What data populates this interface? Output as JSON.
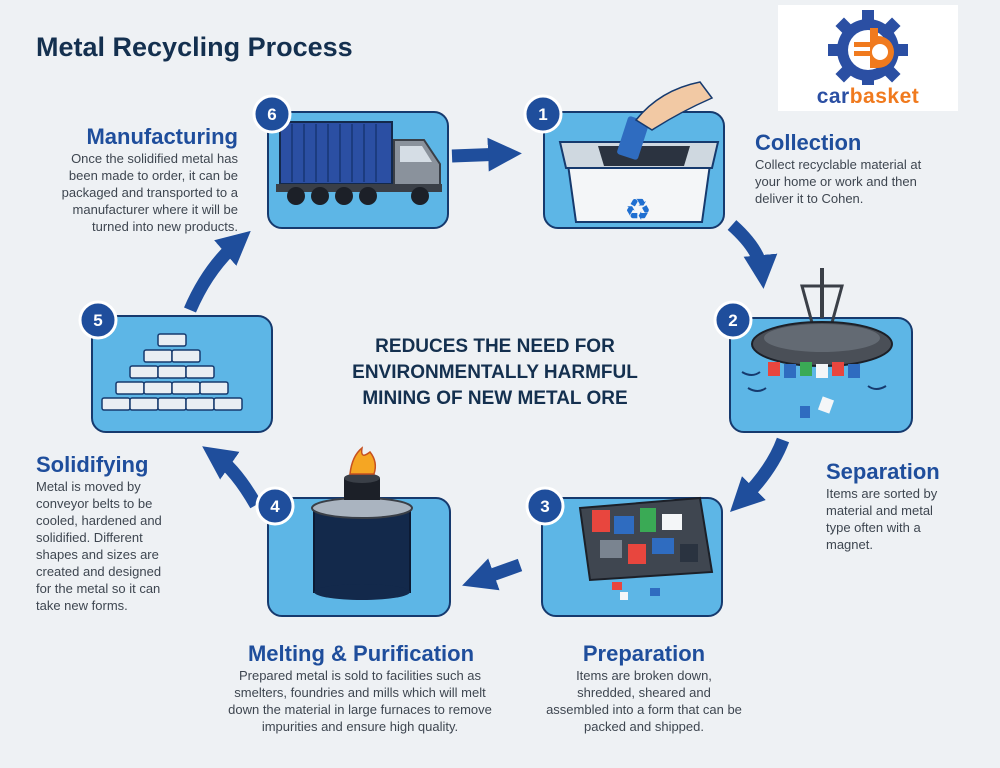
{
  "title": "Metal Recycling Process",
  "logo": {
    "text_part1": "car",
    "text_part2": "basket"
  },
  "center_text": "REDUCES THE NEED FOR ENVIRONMENTALLY HARMFUL MINING OF NEW METAL ORE",
  "steps": [
    {
      "number": "1",
      "title": "Collection",
      "description": "Collect recyclable material at your home or work and then deliver it to Cohen."
    },
    {
      "number": "2",
      "title": "Separation",
      "description": "Items are sorted by material and metal type often with a magnet."
    },
    {
      "number": "3",
      "title": "Preparation",
      "description": "Items are broken down, shredded, sheared and assembled into a form that can be packed and shipped."
    },
    {
      "number": "4",
      "title": "Melting & Purification",
      "description": "Prepared metal is sold to facilities such as smelters, foundries and mills which will melt down the material in large furnaces to remove impurities and ensure high quality."
    },
    {
      "number": "5",
      "title": "Solidifying",
      "description": "Metal is moved by conveyor belts to be cooled, hardened and solidified. Different shapes and sizes are created and designed for the metal so it can take new forms."
    },
    {
      "number": "6",
      "title": "Manufacturing",
      "description": "Once the solidified metal has been made to order, it can be packaged and transported to a manufacturer where it will be turned into new  products."
    }
  ],
  "colors": {
    "primary": "#1f4e9c",
    "panel": "#5db6e6",
    "accent": "#f07a1e",
    "dark": "#14304f"
  }
}
